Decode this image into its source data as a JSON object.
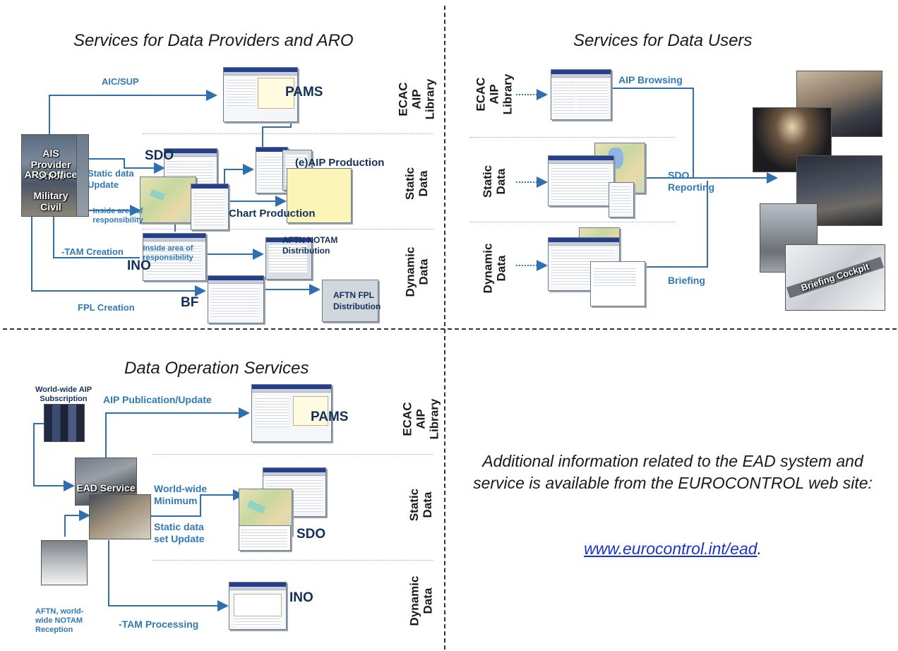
{
  "quadrants": {
    "providers": {
      "title": "Services for Data Providers and ARO",
      "photo_caption_1": "AIS  Provider Office",
      "photo_caption_2": "ARO Office",
      "photo_caption_3": "Military Civil",
      "aic_sup": "AIC/SUP",
      "pams": "PAMS",
      "sdo": "SDO",
      "static_update": "Static data Update",
      "inside_area_1": "Inside area of responsibility",
      "eaip_production": "(e)AIP Production",
      "chart_production": "Chart Production",
      "tam_creation": "-TAM Creation",
      "inside_area_2": "Inside area of responsibility",
      "ino": "INO",
      "aftn_notam": "AFTN NOTAM Distribution",
      "fpl_creation": "FPL Creation",
      "bf": "BF",
      "aftn_fpl": "AFTN FPL Distribution",
      "band_1": "ECAC AIP Library",
      "band_2": "Static Data",
      "band_3": "Dynamic Data"
    },
    "users": {
      "title": "Services for Data Users",
      "band_1": "ECAC AIP Library",
      "band_2": "Static Data",
      "band_3": "Dynamic Data",
      "aip_browsing": "AIP Browsing",
      "sdo_reporting": "SDO Reporting",
      "briefing": "Briefing",
      "briefing_cockpit": "Briefing Cockpit"
    },
    "operations": {
      "title": "Data Operation Services",
      "subscription": "World-wide AIP Subscription",
      "aip_pub": "AIP Publication/Update",
      "pams": "PAMS",
      "ead_service": "EAD Service",
      "ww_minimum": "World-wide Minimum",
      "static_set": "Static data set Update",
      "sdo": "SDO",
      "ino": "INO",
      "tam_processing": "-TAM Processing",
      "aftn_reception": "AFTN, world-wide NOTAM Reception",
      "band_1": "ECAC AIP Library",
      "band_2": "Static Data",
      "band_3": "Dynamic Data"
    },
    "info": {
      "text": "Additional information related to the EAD system and service is available from the EUROCONTROL web site:",
      "link": "www.eurocontrol.int/ead",
      "link_suffix": "."
    }
  },
  "colors": {
    "accent": "#2f79b8",
    "dark": "#12305a",
    "line": "#2f6fb0"
  }
}
